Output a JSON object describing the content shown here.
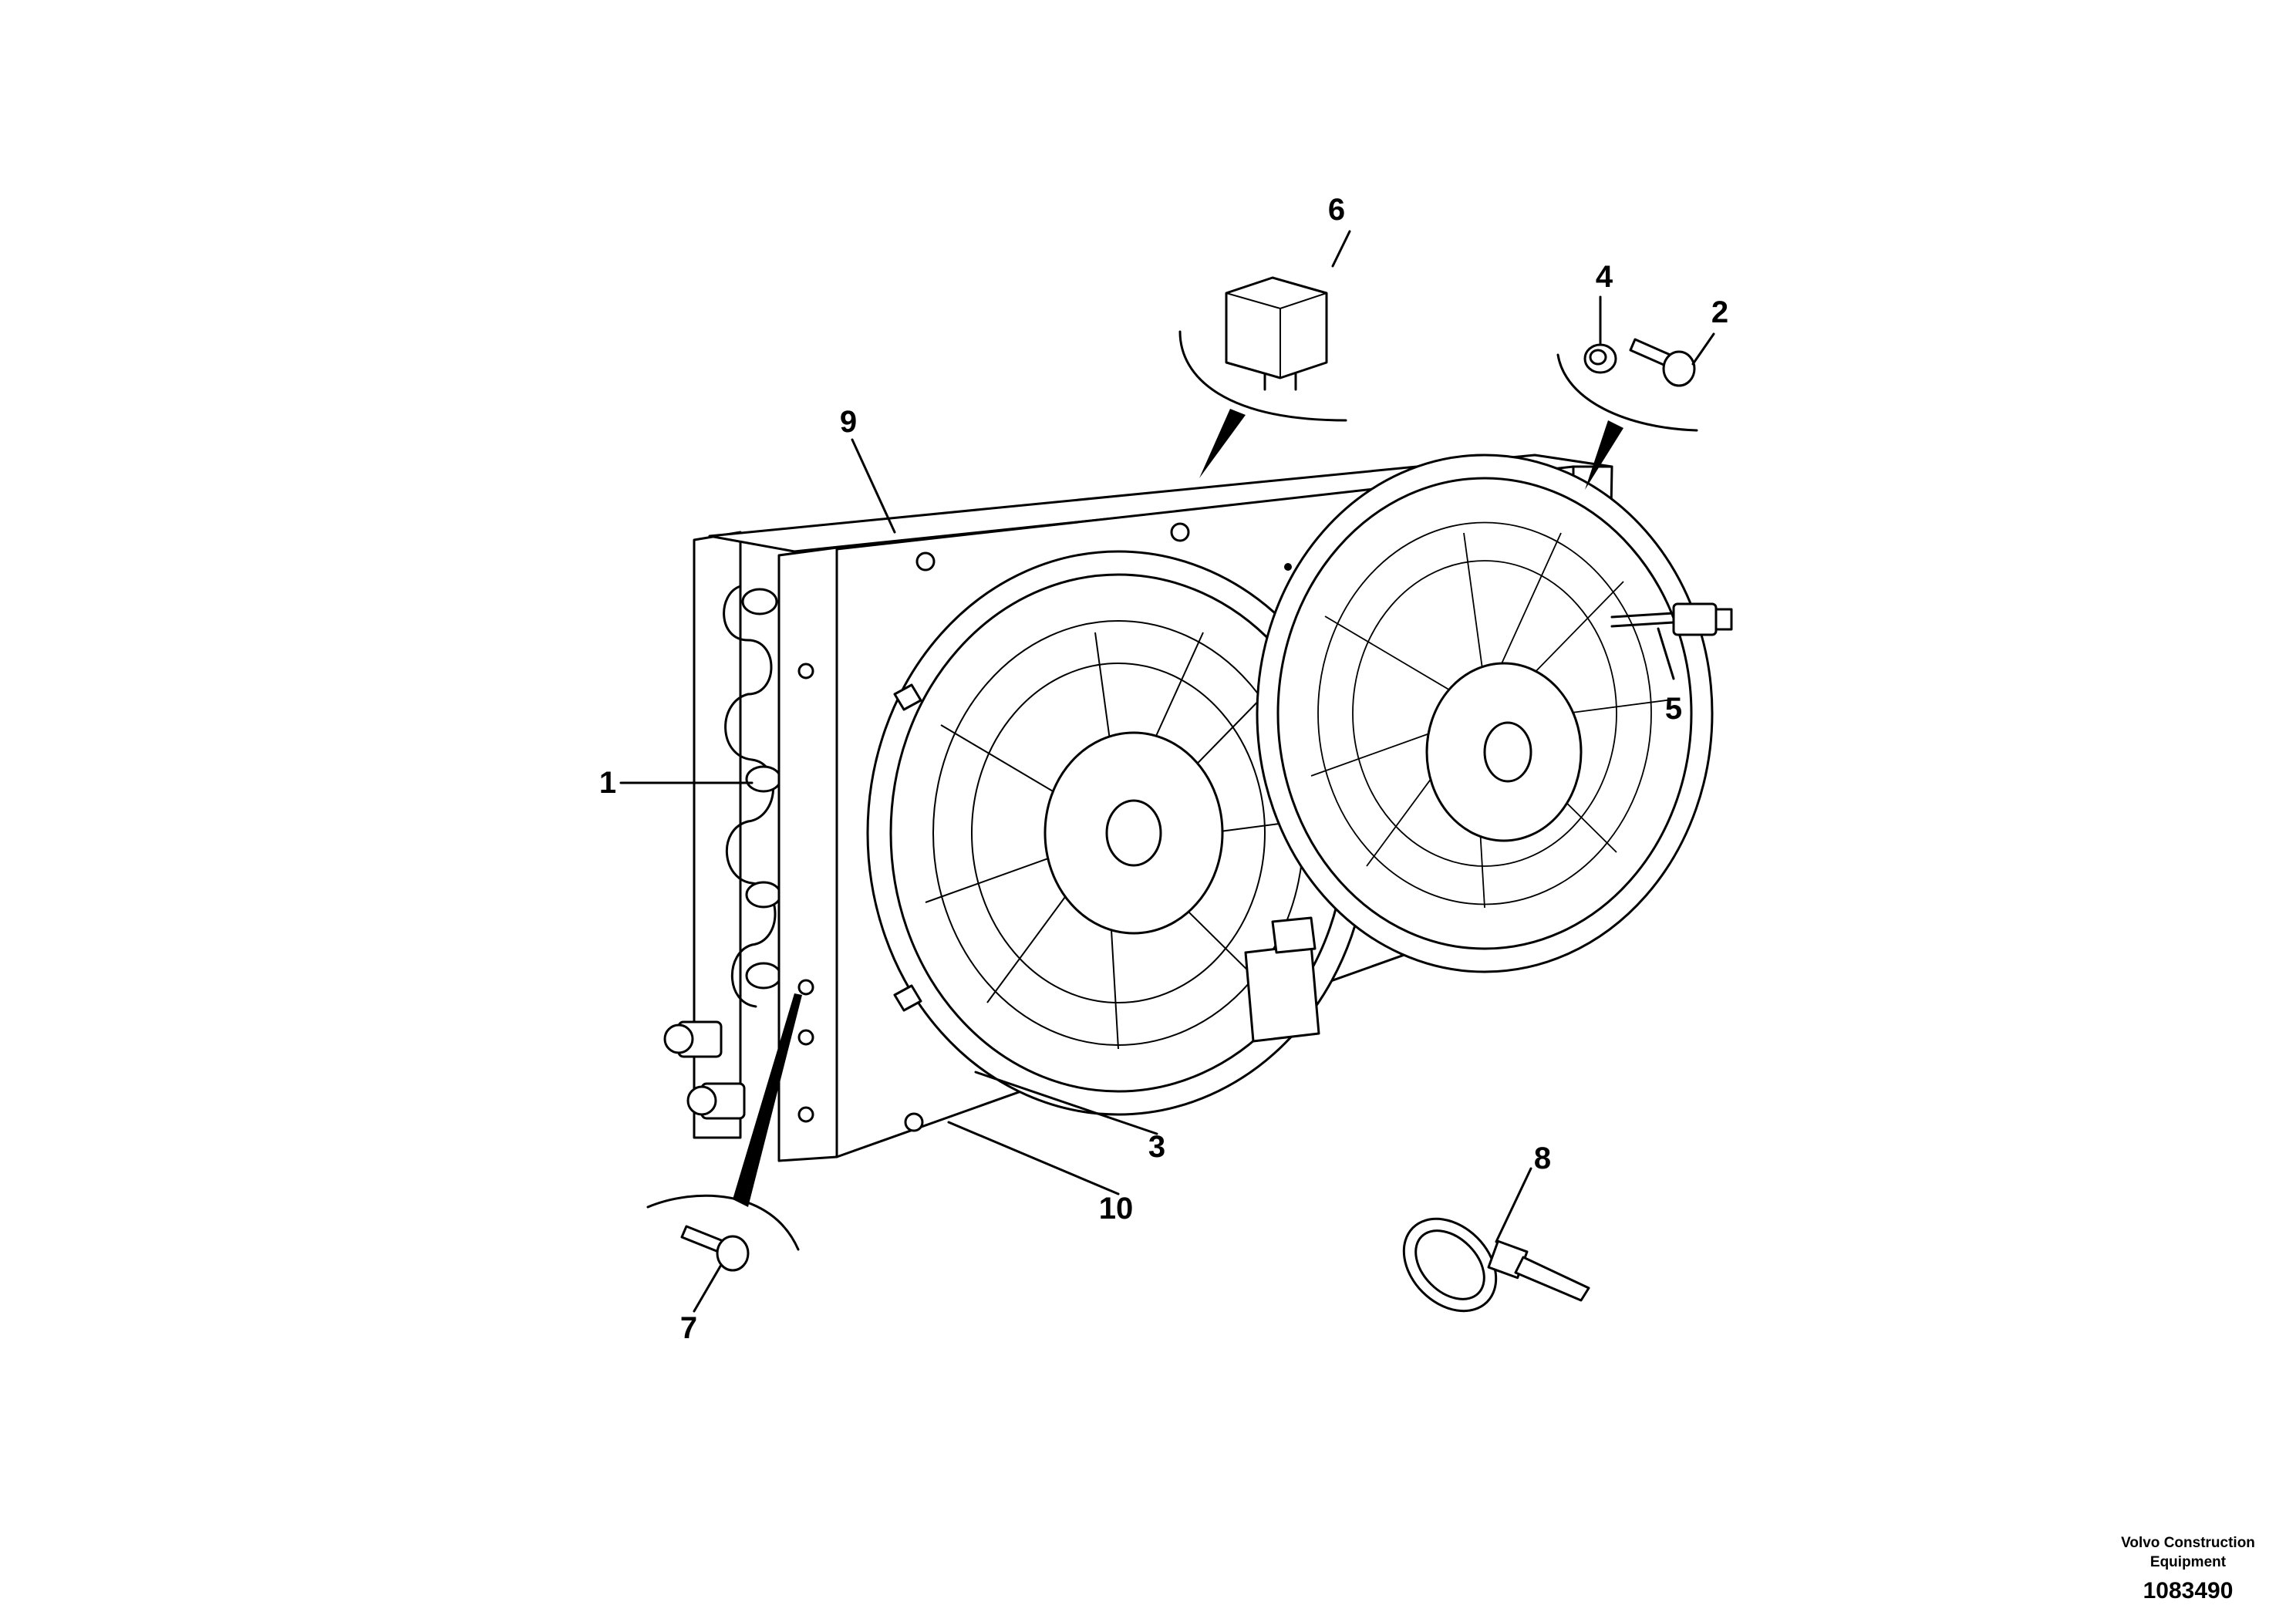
{
  "callouts": {
    "c1": "1",
    "c2": "2",
    "c3": "3",
    "c4": "4",
    "c5": "5",
    "c6": "6",
    "c7": "7",
    "c8": "8",
    "c9": "9",
    "c10": "10"
  },
  "footer": {
    "brand_line1": "Volvo Construction",
    "brand_line2": "Equipment",
    "drawing_number": "1083490"
  }
}
